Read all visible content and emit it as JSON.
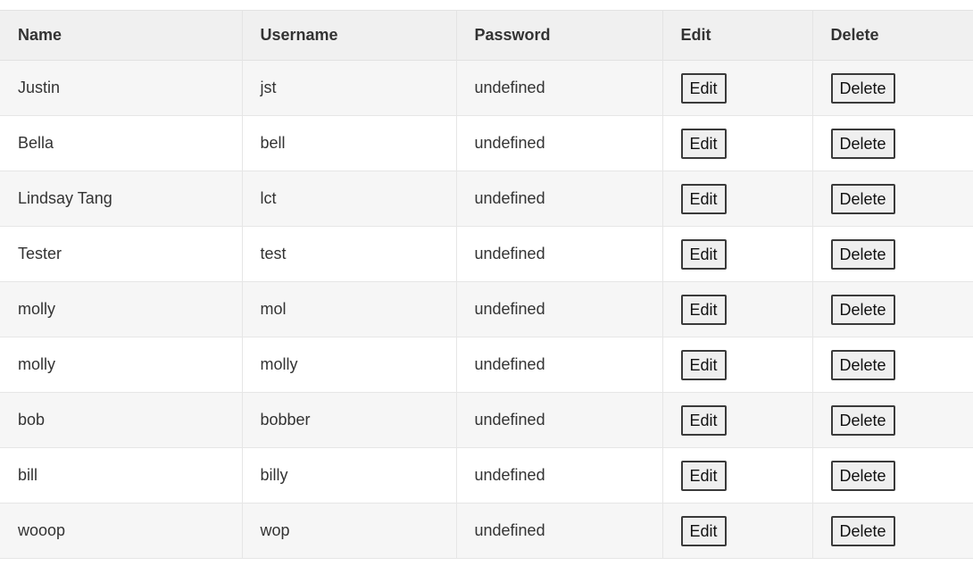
{
  "table": {
    "headers": {
      "name": "Name",
      "username": "Username",
      "password": "Password",
      "edit": "Edit",
      "delete": "Delete"
    },
    "rows": [
      {
        "name": "Justin",
        "username": "jst",
        "password": "undefined",
        "edit_label": "Edit",
        "delete_label": "Delete"
      },
      {
        "name": "Bella",
        "username": "bell",
        "password": "undefined",
        "edit_label": "Edit",
        "delete_label": "Delete"
      },
      {
        "name": "Lindsay Tang",
        "username": "lct",
        "password": "undefined",
        "edit_label": "Edit",
        "delete_label": "Delete"
      },
      {
        "name": "Tester",
        "username": "test",
        "password": "undefined",
        "edit_label": "Edit",
        "delete_label": "Delete"
      },
      {
        "name": "molly",
        "username": "mol",
        "password": "undefined",
        "edit_label": "Edit",
        "delete_label": "Delete"
      },
      {
        "name": "molly",
        "username": "molly",
        "password": "undefined",
        "edit_label": "Edit",
        "delete_label": "Delete"
      },
      {
        "name": "bob",
        "username": "bobber",
        "password": "undefined",
        "edit_label": "Edit",
        "delete_label": "Delete"
      },
      {
        "name": "bill",
        "username": "billy",
        "password": "undefined",
        "edit_label": "Edit",
        "delete_label": "Delete"
      },
      {
        "name": "wooop",
        "username": "wop",
        "password": "undefined",
        "edit_label": "Edit",
        "delete_label": "Delete"
      }
    ]
  },
  "colors": {
    "header_bg": "#f0f0f0",
    "row_alt_bg": "#f6f6f6",
    "button_bg": "#efefef",
    "button_border": "#3a3a3a"
  }
}
